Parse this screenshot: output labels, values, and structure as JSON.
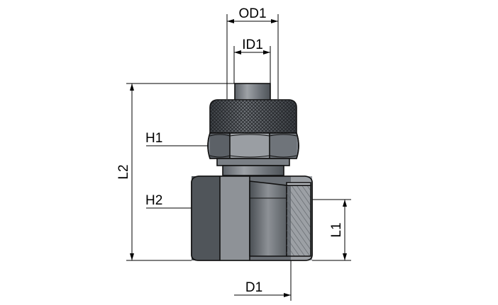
{
  "labels": {
    "od1": "OD1",
    "id1": "ID1",
    "h1": "H1",
    "h2": "H2",
    "l1": "L1",
    "l2": "L2",
    "d1": "D1"
  },
  "colors": {
    "body_dark": "#555a60",
    "body_mid": "#7c8188",
    "body_light": "#a7abb0",
    "outline": "#111111",
    "dimension_line": "#000000"
  }
}
